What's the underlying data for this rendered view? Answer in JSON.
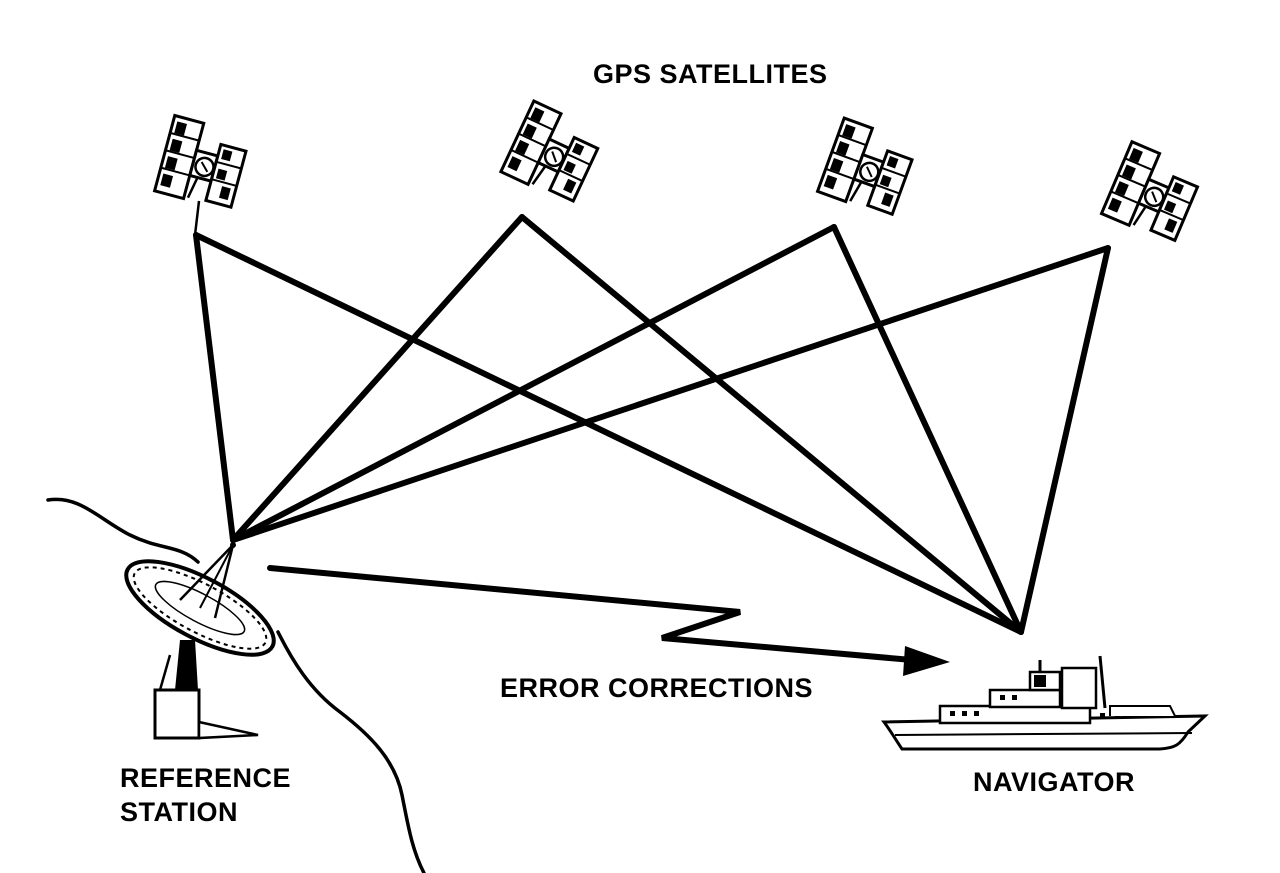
{
  "labels": {
    "satellites": "GPS SATELLITES",
    "error_corrections": "ERROR CORRECTIONS",
    "navigator": "NAVIGATOR",
    "reference_station_line1": "REFERENCE",
    "reference_station_line2": "STATION"
  },
  "nodes": {
    "satellites": [
      "satellite-1",
      "satellite-2",
      "satellite-3",
      "satellite-4"
    ],
    "reference_station": "reference-station",
    "navigator": "navigator"
  },
  "links": [
    {
      "from": "satellite-1",
      "to": "reference-station"
    },
    {
      "from": "satellite-1",
      "to": "navigator"
    },
    {
      "from": "satellite-2",
      "to": "reference-station"
    },
    {
      "from": "satellite-2",
      "to": "navigator"
    },
    {
      "from": "satellite-3",
      "to": "reference-station"
    },
    {
      "from": "satellite-3",
      "to": "navigator"
    },
    {
      "from": "satellite-4",
      "to": "reference-station"
    },
    {
      "from": "satellite-4",
      "to": "navigator"
    },
    {
      "from": "reference-station",
      "to": "navigator",
      "label": "ERROR CORRECTIONS"
    }
  ],
  "colors": {
    "ink": "#000000",
    "paper": "#ffffff"
  }
}
